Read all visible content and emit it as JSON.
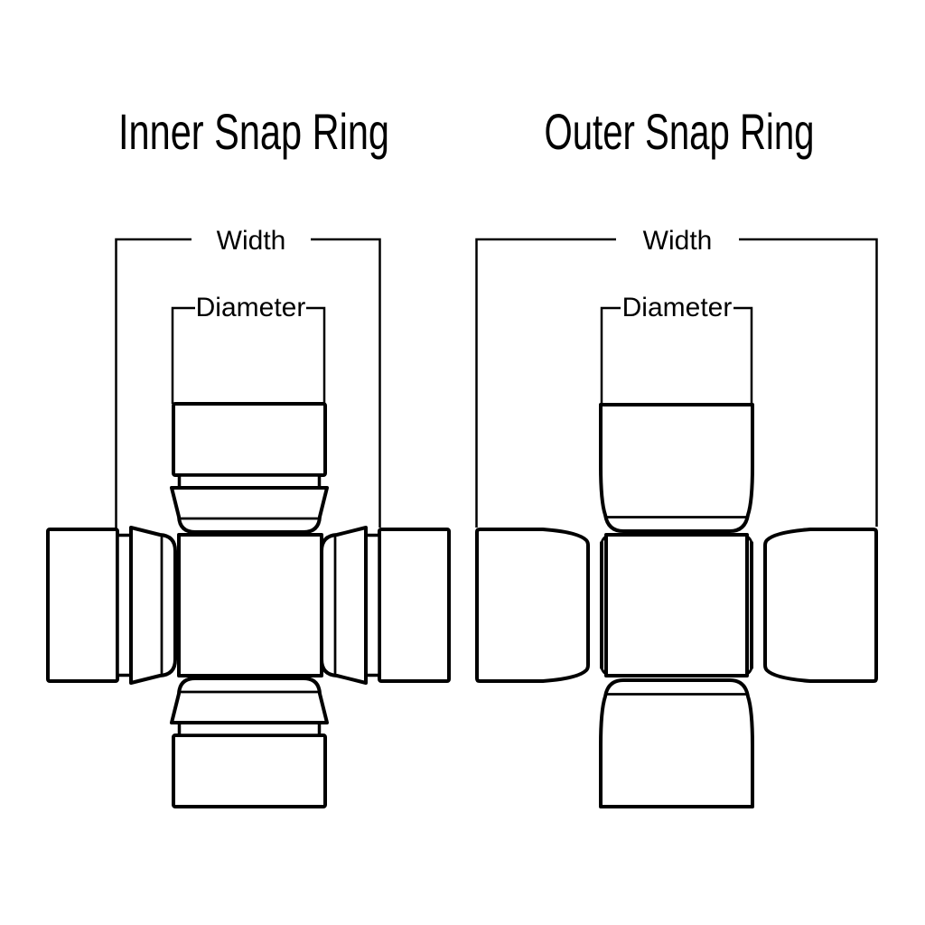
{
  "colors": {
    "background": "#ffffff",
    "line": "#000000"
  },
  "inner_diagram": {
    "title": "Inner Snap Ring",
    "dimensions": {
      "width_label": "Width",
      "diameter_label": "Diameter"
    }
  },
  "outer_diagram": {
    "title": "Outer Snap Ring",
    "dimensions": {
      "width_label": "Width",
      "diameter_label": "Diameter"
    }
  }
}
